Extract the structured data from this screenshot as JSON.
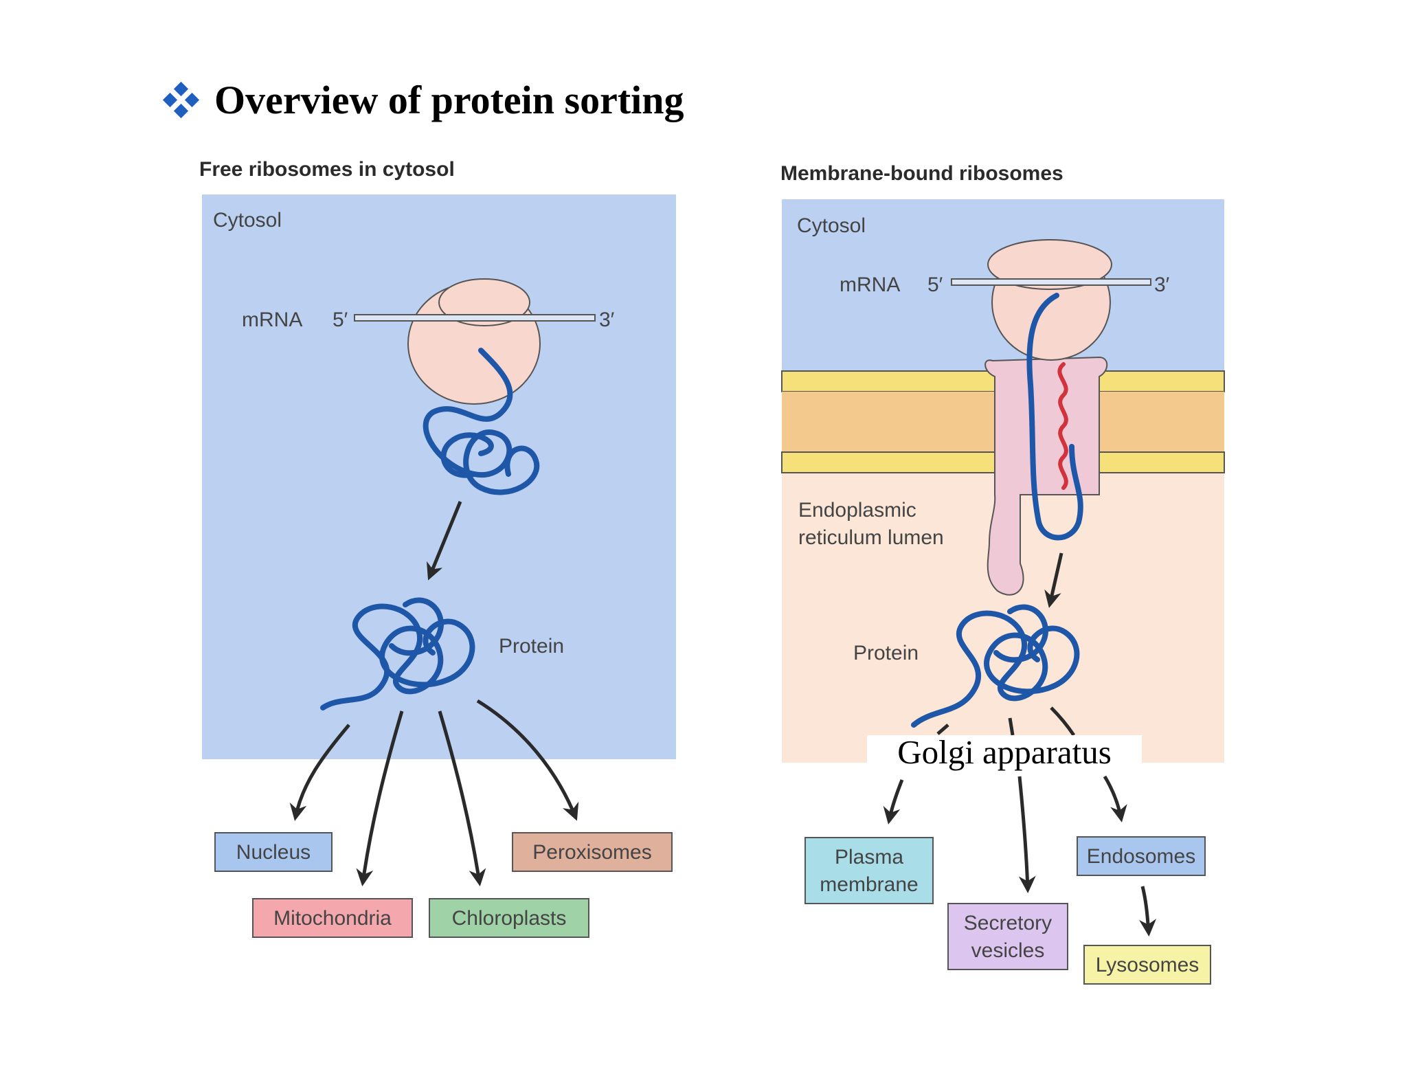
{
  "slide": {
    "title": "Overview of protein sorting"
  },
  "left_panel": {
    "heading": "Free ribosomes in cytosol",
    "region_label": "Cytosol",
    "mrna_label": "mRNA",
    "five_prime": "5′",
    "three_prime": "3′",
    "protein_label": "Protein",
    "destinations": [
      {
        "label": "Nucleus",
        "color": "#a9c7ee"
      },
      {
        "label": "Mitochondria",
        "color": "#f4a8ae"
      },
      {
        "label": "Chloroplasts",
        "color": "#9fd2a6"
      },
      {
        "label": "Peroxisomes",
        "color": "#dfb09c"
      }
    ]
  },
  "right_panel": {
    "heading": "Membrane-bound ribosomes",
    "region_label": "Cytosol",
    "mrna_label": "mRNA",
    "five_prime": "5′",
    "three_prime": "3′",
    "lumen_label_line1": "Endoplasmic",
    "lumen_label_line2": "reticulum lumen",
    "protein_label": "Protein",
    "golgi_label": "Golgi apparatus",
    "destinations": [
      {
        "line1": "Plasma",
        "line2": "membrane",
        "color": "#a9dde8"
      },
      {
        "line1": "Secretory",
        "line2": "vesicles",
        "color": "#dcc6ef"
      },
      {
        "line1": "Endosomes",
        "line2": "",
        "color": "#a9c7ee"
      },
      {
        "line1": "Lysosomes",
        "line2": "",
        "color": "#f6f2a6"
      }
    ]
  },
  "colors": {
    "cytosol": "#bcd0f2",
    "lumen": "#fbe6d8",
    "ribosome": "#f8d7ce",
    "protein": "#1e56a8",
    "signal_sequence": "#d2323c",
    "membrane": "#f3c98e",
    "translocon": "#efc9d6",
    "accent_bullet": "#1f5fbf"
  },
  "icons": [
    "diamond-bullet-icon"
  ]
}
